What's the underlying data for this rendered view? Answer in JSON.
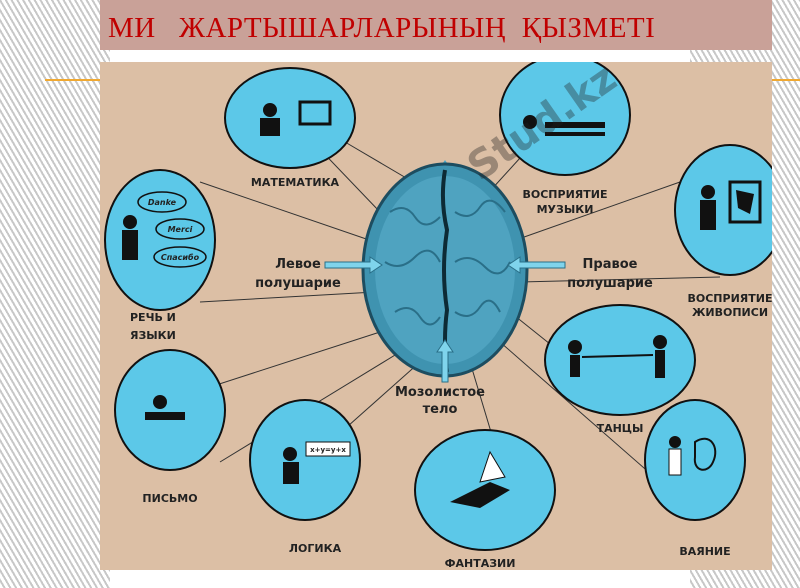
{
  "slide": {
    "title": "МИ   ЖАРТЫШАРЛАРЫНЫҢ  ҚЫЗМЕТІ",
    "title_color": "#c00000",
    "title_bar_color": "#c9a198",
    "accent_line_color": "#f0a830"
  },
  "figure": {
    "background": "#dcbfa5",
    "circle_color": "#5cc8e8",
    "brain_color": "#3f93b0",
    "labels": {
      "math": "МАТЕМАТИКА",
      "music_1": "ВОСПРИЯТИЕ",
      "music_2": "МУЗЫКИ",
      "painting_1": "ВОСПРИЯТИЕ",
      "painting_2": "ЖИВОПИСИ",
      "speech_1": "РЕЧЬ И",
      "speech_2": "ЯЗЫКИ",
      "left_1": "Левое",
      "left_2": "полушарие",
      "right_1": "Правое",
      "right_2": "полушарие",
      "corpus_1": "Мозолистое",
      "corpus_2": "тело",
      "writing": "ПИСЬМО",
      "logic": "ЛОГИКА",
      "fantasy": "ФАНТАЗИИ",
      "dance": "ТАНЦЫ",
      "sculpture": "ВАЯНИЕ"
    },
    "bubbles": [
      "Danke",
      "Merci",
      "Спасибо"
    ],
    "formula": "x+y=y+x",
    "watermark": "Stud.kz"
  }
}
